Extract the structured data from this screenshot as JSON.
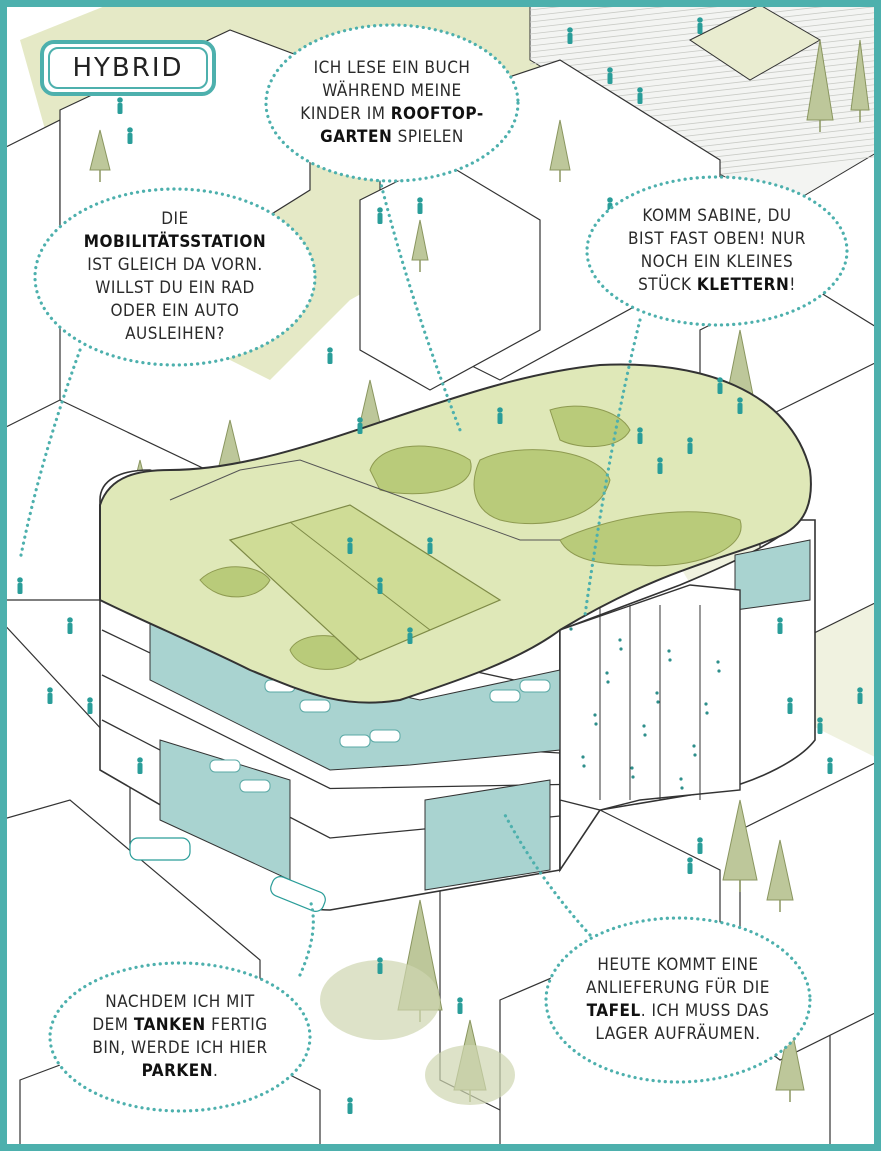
{
  "title": "HYBRID",
  "colors": {
    "accent": "#4db0ad",
    "lawn": "#dfe8b8",
    "lawn_dark": "#b9cb7a",
    "street_green": "#e5e9c6",
    "tree": "#bdc79a",
    "glass": "#a9d3d0"
  },
  "bubbles": [
    {
      "id": "rooftop",
      "segments": [
        {
          "text": "Ich lese ein Buch",
          "bold": false,
          "br": true
        },
        {
          "text": "während meine",
          "bold": false,
          "br": true
        },
        {
          "text": "Kinder im ",
          "bold": false
        },
        {
          "text": "Rooftop-",
          "bold": true,
          "br": true
        },
        {
          "text": "Garten",
          "bold": true
        },
        {
          "text": " spielen",
          "bold": false
        }
      ]
    },
    {
      "id": "mobility",
      "segments": [
        {
          "text": "Die",
          "bold": false,
          "br": true
        },
        {
          "text": "Mobilitätsstation",
          "bold": true,
          "br": true
        },
        {
          "text": "ist gleich da vorn.",
          "bold": false,
          "br": true
        },
        {
          "text": "Willst du ein Rad",
          "bold": false,
          "br": true
        },
        {
          "text": "oder ein Auto",
          "bold": false,
          "br": true
        },
        {
          "text": "ausleihen?",
          "bold": false
        }
      ]
    },
    {
      "id": "climb",
      "segments": [
        {
          "text": "Komm Sabine, du",
          "bold": false,
          "br": true
        },
        {
          "text": "bist fast oben! Nur",
          "bold": false,
          "br": true
        },
        {
          "text": "noch ein kleines",
          "bold": false,
          "br": true
        },
        {
          "text": "Stück ",
          "bold": false
        },
        {
          "text": "klettern",
          "bold": true
        },
        {
          "text": "!",
          "bold": false
        }
      ]
    },
    {
      "id": "parking",
      "segments": [
        {
          "text": "Nachdem ich mit",
          "bold": false,
          "br": true
        },
        {
          "text": "dem ",
          "bold": false
        },
        {
          "text": "Tanken",
          "bold": true
        },
        {
          "text": " fertig",
          "bold": false,
          "br": true
        },
        {
          "text": "bin, werde ich hier",
          "bold": false,
          "br": true
        },
        {
          "text": "parken",
          "bold": true
        },
        {
          "text": ".",
          "bold": false
        }
      ]
    },
    {
      "id": "tafel",
      "segments": [
        {
          "text": "Heute kommt eine",
          "bold": false,
          "br": true
        },
        {
          "text": "Anlieferung für die",
          "bold": false,
          "br": true
        },
        {
          "text": "Tafel",
          "bold": true
        },
        {
          "text": ". Ich muss das",
          "bold": false,
          "br": true
        },
        {
          "text": "Lager aufräumen.",
          "bold": false
        }
      ]
    }
  ]
}
